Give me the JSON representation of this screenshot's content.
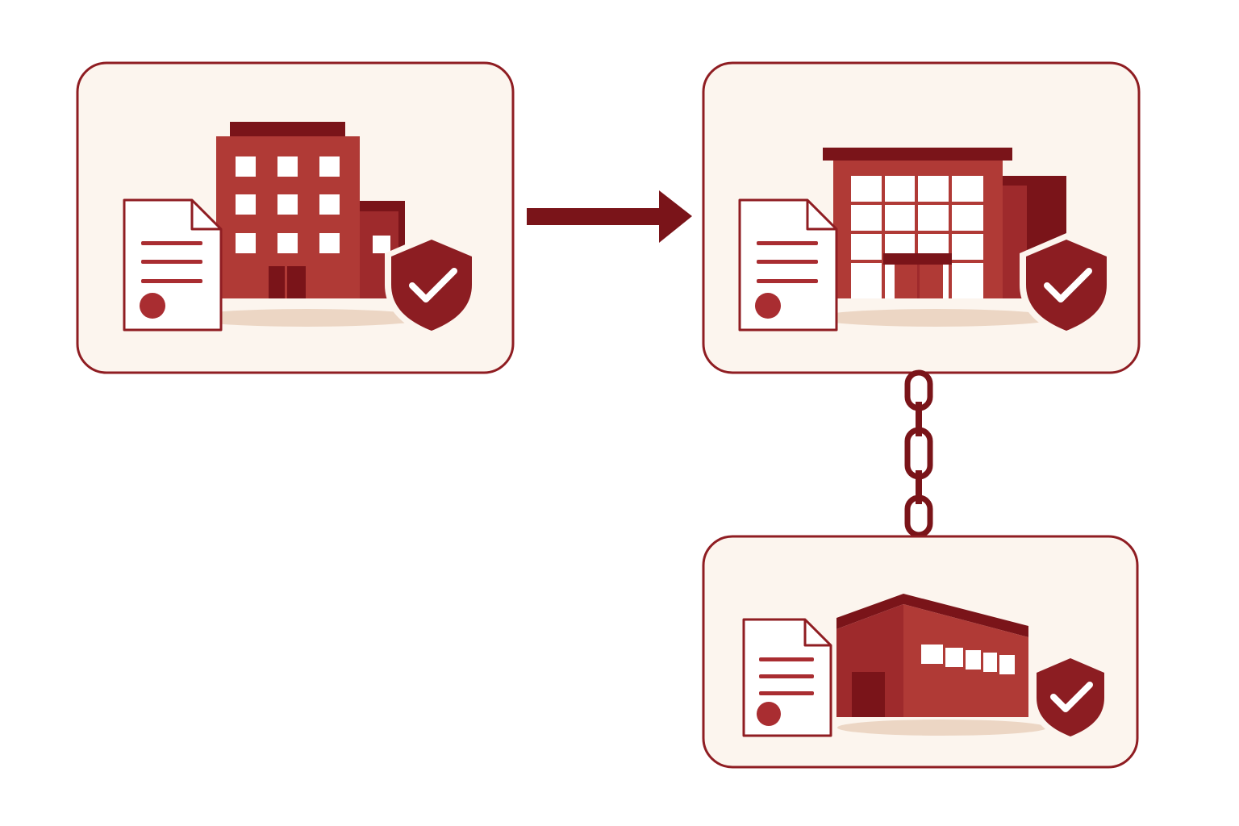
{
  "colors": {
    "background": "#ffffff",
    "card_fill": "#fcf5ee",
    "card_border": "#8f1d22",
    "building_main": "#b03a36",
    "building_dark": "#7a1419",
    "building_mid": "#9e2a2c",
    "window": "#ffffff",
    "shadow": "#ecd6c4",
    "document_fill": "#ffffff",
    "document_line": "#a92d31",
    "shield_fill": "#8c1d22",
    "check": "#ffffff",
    "connector": "#7a1419"
  },
  "nodes": [
    {
      "id": "office",
      "building_icon": "office-building-icon",
      "document_icon": "document-icon",
      "badge_icon": "shield-check-icon"
    },
    {
      "id": "commercial",
      "building_icon": "commercial-building-icon",
      "document_icon": "document-icon",
      "badge_icon": "shield-check-icon"
    },
    {
      "id": "warehouse",
      "building_icon": "warehouse-icon",
      "document_icon": "document-icon",
      "badge_icon": "shield-check-icon"
    }
  ],
  "edges": [
    {
      "from": "office",
      "to": "commercial",
      "kind": "arrow",
      "icon": "arrow-right-icon"
    },
    {
      "from": "commercial",
      "to": "warehouse",
      "kind": "chain",
      "icon": "chain-link-icon"
    }
  ]
}
